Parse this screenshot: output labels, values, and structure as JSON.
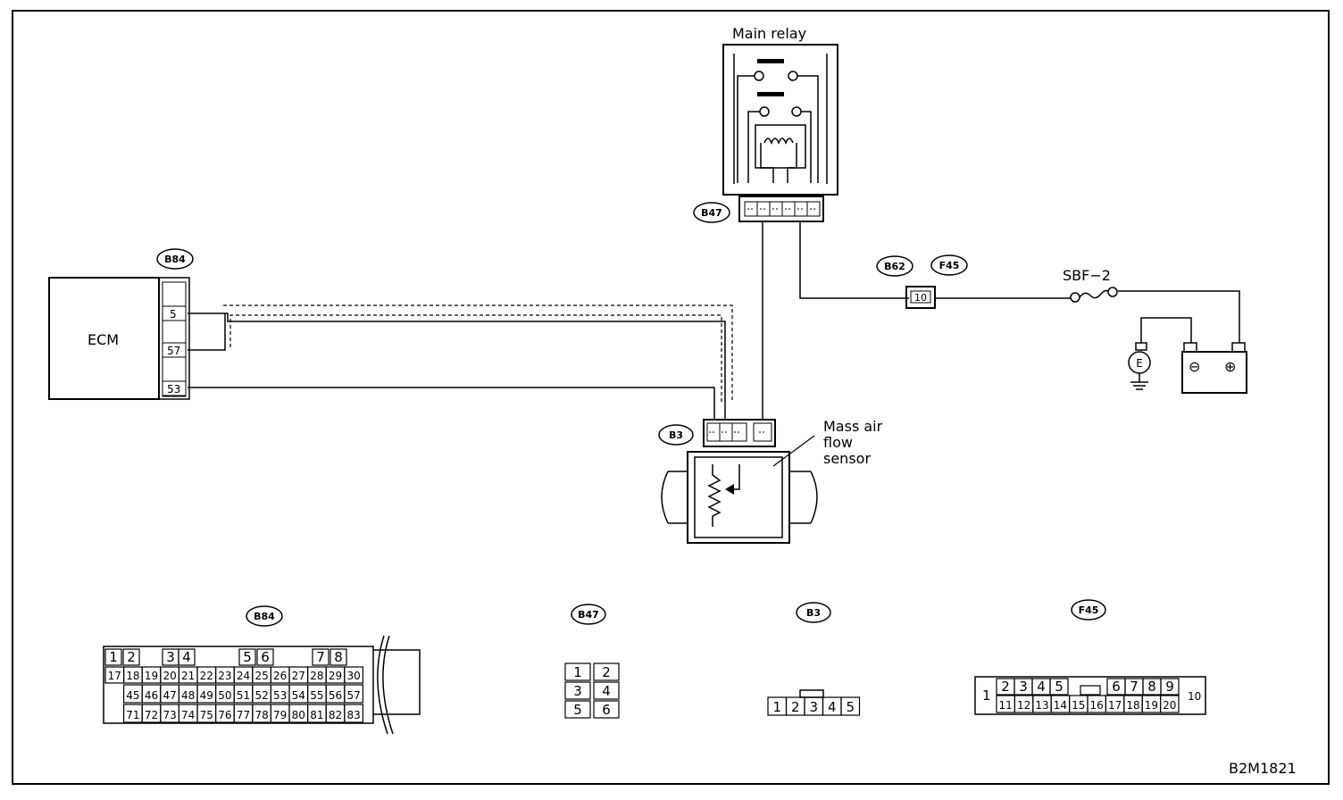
{
  "diagram": {
    "code": "B2M1821",
    "main_relay": {
      "label": "Main relay",
      "connector": "B47"
    },
    "ecm": {
      "label": "ECM",
      "connector": "B84",
      "terminals": [
        "5",
        "57",
        "53"
      ]
    },
    "maf_sensor": {
      "label_lines": [
        "Mass air",
        "flow",
        "sensor"
      ],
      "connector": "B3"
    },
    "power": {
      "connectors": [
        "B62",
        "F45"
      ],
      "terminal": "10",
      "fuse": "SBF−2",
      "ground_symbol": "E",
      "battery_minus": "⊖",
      "battery_plus": "⊕"
    },
    "connector_views": {
      "b84": {
        "tag": "B84",
        "row1": [
          "1",
          "2",
          "3",
          "4",
          "5",
          "6",
          "7",
          "8"
        ],
        "row2": [
          "17",
          "18",
          "19",
          "20",
          "21",
          "22",
          "23",
          "24",
          "25",
          "26",
          "27",
          "28",
          "29",
          "30"
        ],
        "row3": [
          "45",
          "46",
          "47",
          "48",
          "49",
          "50",
          "51",
          "52",
          "53",
          "54",
          "55",
          "56",
          "57"
        ],
        "row4": [
          "71",
          "72",
          "73",
          "74",
          "75",
          "76",
          "77",
          "78",
          "79",
          "80",
          "81",
          "82",
          "83"
        ]
      },
      "b47": {
        "tag": "B47",
        "pins": [
          "1",
          "2",
          "3",
          "4",
          "5",
          "6"
        ]
      },
      "b3": {
        "tag": "B3",
        "pins": [
          "1",
          "2",
          "3",
          "4",
          "5"
        ]
      },
      "f45": {
        "tag": "F45",
        "top": [
          "2",
          "3",
          "4",
          "5",
          "6",
          "7",
          "8",
          "9"
        ],
        "bottom": [
          "11",
          "12",
          "13",
          "14",
          "15",
          "16",
          "17",
          "18",
          "19",
          "20"
        ],
        "left": "1",
        "right": "10"
      }
    }
  }
}
